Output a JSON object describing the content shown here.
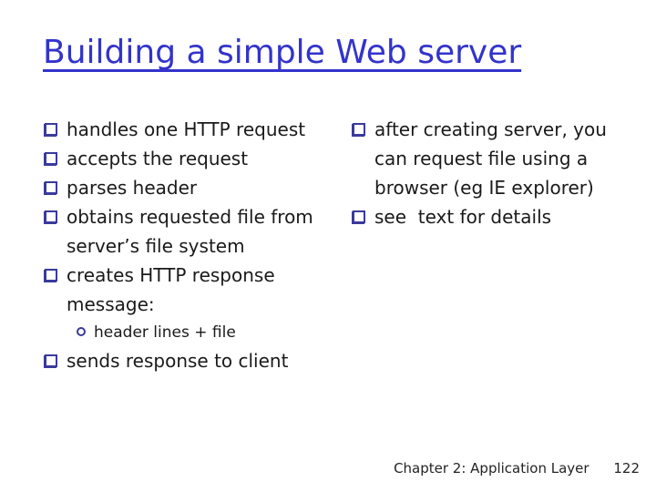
{
  "slide": {
    "title": "Building a simple Web server",
    "left_column": {
      "items": [
        {
          "text": "handles one HTTP request",
          "level": 1
        },
        {
          "text": "accepts the request",
          "level": 1
        },
        {
          "text": "parses header",
          "level": 1
        },
        {
          "text": "obtains requested file from server’s file system",
          "level": 1
        },
        {
          "text": "creates HTTP response message:",
          "level": 1
        },
        {
          "text": "header lines + file",
          "level": 2
        },
        {
          "text": "sends response to client",
          "level": 1
        }
      ]
    },
    "right_column": {
      "items": [
        {
          "text": "after creating server, you can request file using a browser (eg IE explorer)",
          "level": 1
        },
        {
          "text": "see  text for details",
          "level": 1
        }
      ]
    },
    "footer": {
      "chapter": "Chapter 2: Application Layer",
      "page": "122"
    },
    "colors": {
      "title-color": "#3333cc",
      "bullet-color": "#3a3a9c",
      "text-color": "#1a1a1a",
      "background": "#ffffff"
    }
  }
}
